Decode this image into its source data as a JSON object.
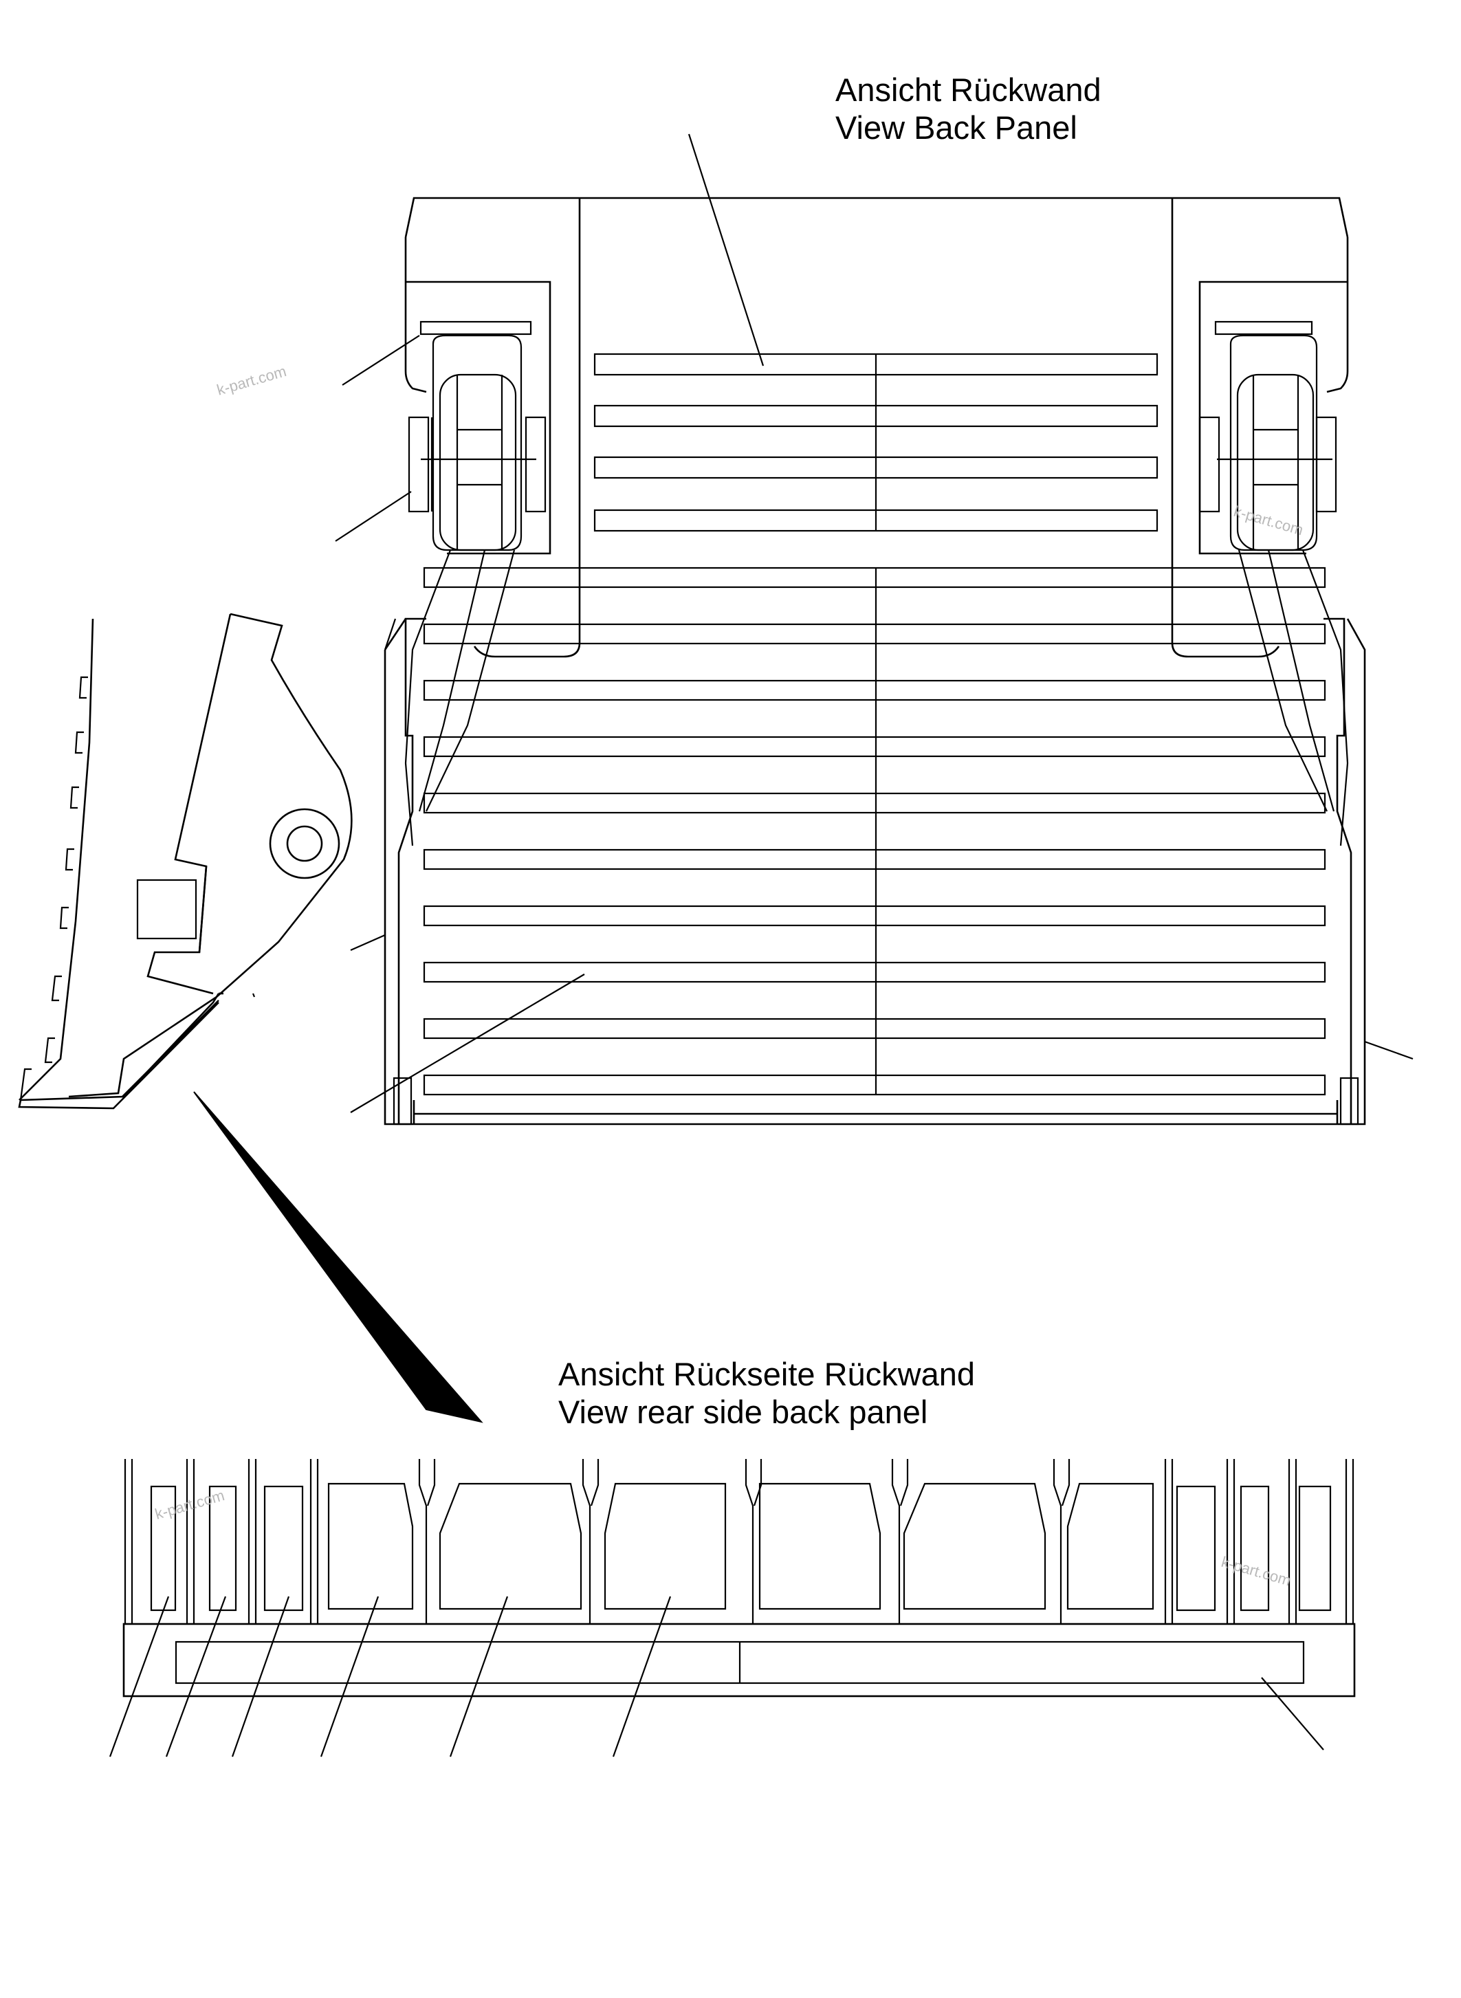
{
  "labels": {
    "view_back_panel_de": "Ansicht Rückwand",
    "view_back_panel_en": "View Back Panel",
    "view_rear_side_de": "Ansicht Rückseite Rückwand",
    "view_rear_side_en": "View rear side back panel"
  },
  "watermark": "k-part.com",
  "colors": {
    "line": "#000000",
    "background": "#ffffff",
    "watermark": "#b9b9b9"
  }
}
